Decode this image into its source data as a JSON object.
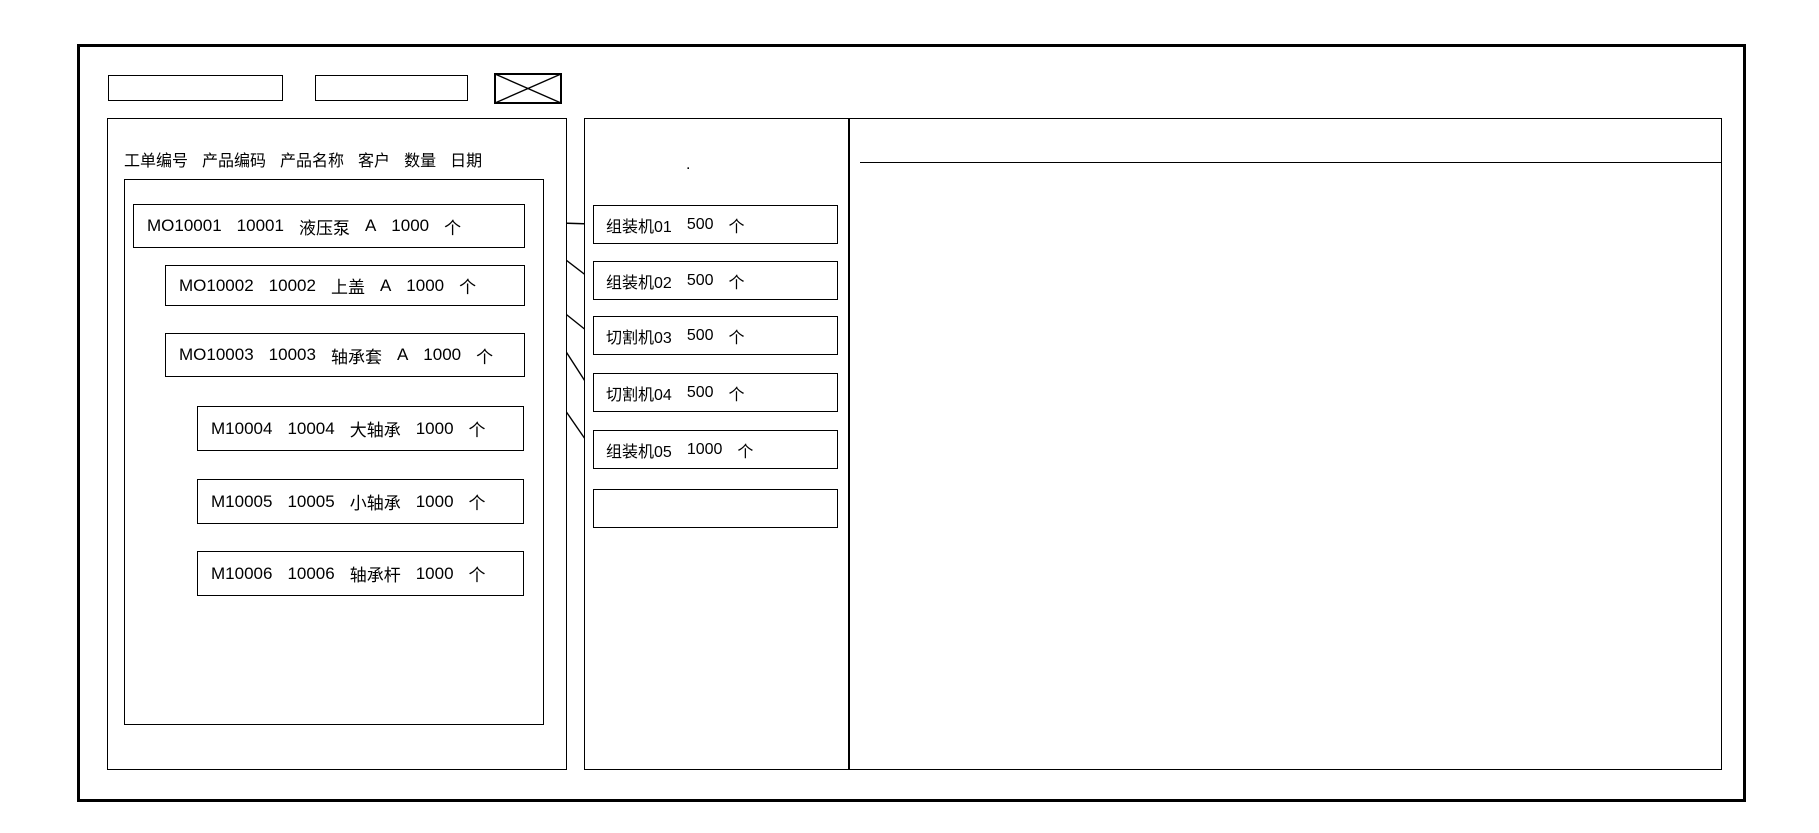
{
  "palette": {
    "line": "#000000",
    "background": "#ffffff"
  },
  "toolbar": {
    "field1": {
      "value": "",
      "placeholder": ""
    },
    "field2": {
      "value": "",
      "placeholder": ""
    },
    "crossed_box_icon": "crossed-box"
  },
  "order_panel": {
    "columns": [
      "工单编号",
      "产品编码",
      "产品名称",
      "客户",
      "数量",
      "日期"
    ],
    "orders": [
      {
        "order_no": "MO10001",
        "product_code": "10001",
        "product_name": "液压泵",
        "customer": "A",
        "quantity": "1000",
        "unit": "个",
        "level": 1
      },
      {
        "order_no": "MO10002",
        "product_code": "10002",
        "product_name": "上盖",
        "customer": "A",
        "quantity": "1000",
        "unit": "个",
        "level": 2
      },
      {
        "order_no": "MO10003",
        "product_code": "10003",
        "product_name": "轴承套",
        "customer": "A",
        "quantity": "1000",
        "unit": "个",
        "level": 2
      },
      {
        "order_no": "M10004",
        "product_code": "10004",
        "product_name": "大轴承",
        "customer": "",
        "quantity": "1000",
        "unit": "个",
        "level": 3
      },
      {
        "order_no": "M10005",
        "product_code": "10005",
        "product_name": "小轴承",
        "customer": "",
        "quantity": "1000",
        "unit": "个",
        "level": 3
      },
      {
        "order_no": "M10006",
        "product_code": "10006",
        "product_name": "轴承杆",
        "customer": "",
        "quantity": "1000",
        "unit": "个",
        "level": 3
      }
    ]
  },
  "machine_panel": {
    "dot": ".",
    "machines": [
      {
        "name": "组装机01",
        "quantity": "500",
        "unit": "个"
      },
      {
        "name": "组装机02",
        "quantity": "500",
        "unit": "个"
      },
      {
        "name": "切割机03",
        "quantity": "500",
        "unit": "个"
      },
      {
        "name": "切割机04",
        "quantity": "500",
        "unit": "个"
      },
      {
        "name": "组装机05",
        "quantity": "1000",
        "unit": "个"
      }
    ],
    "empty_slot": ""
  },
  "detail_panel": {
    "content": ""
  },
  "connections": [
    {
      "from": "MO10001",
      "to": "组装机01"
    },
    {
      "from": "MO10001",
      "to": "组装机02"
    },
    {
      "from": "MO10002",
      "to": "切割机03"
    },
    {
      "from": "MO10002",
      "to": "切割机04"
    },
    {
      "from": "MO10003",
      "to": "组装机05"
    }
  ]
}
